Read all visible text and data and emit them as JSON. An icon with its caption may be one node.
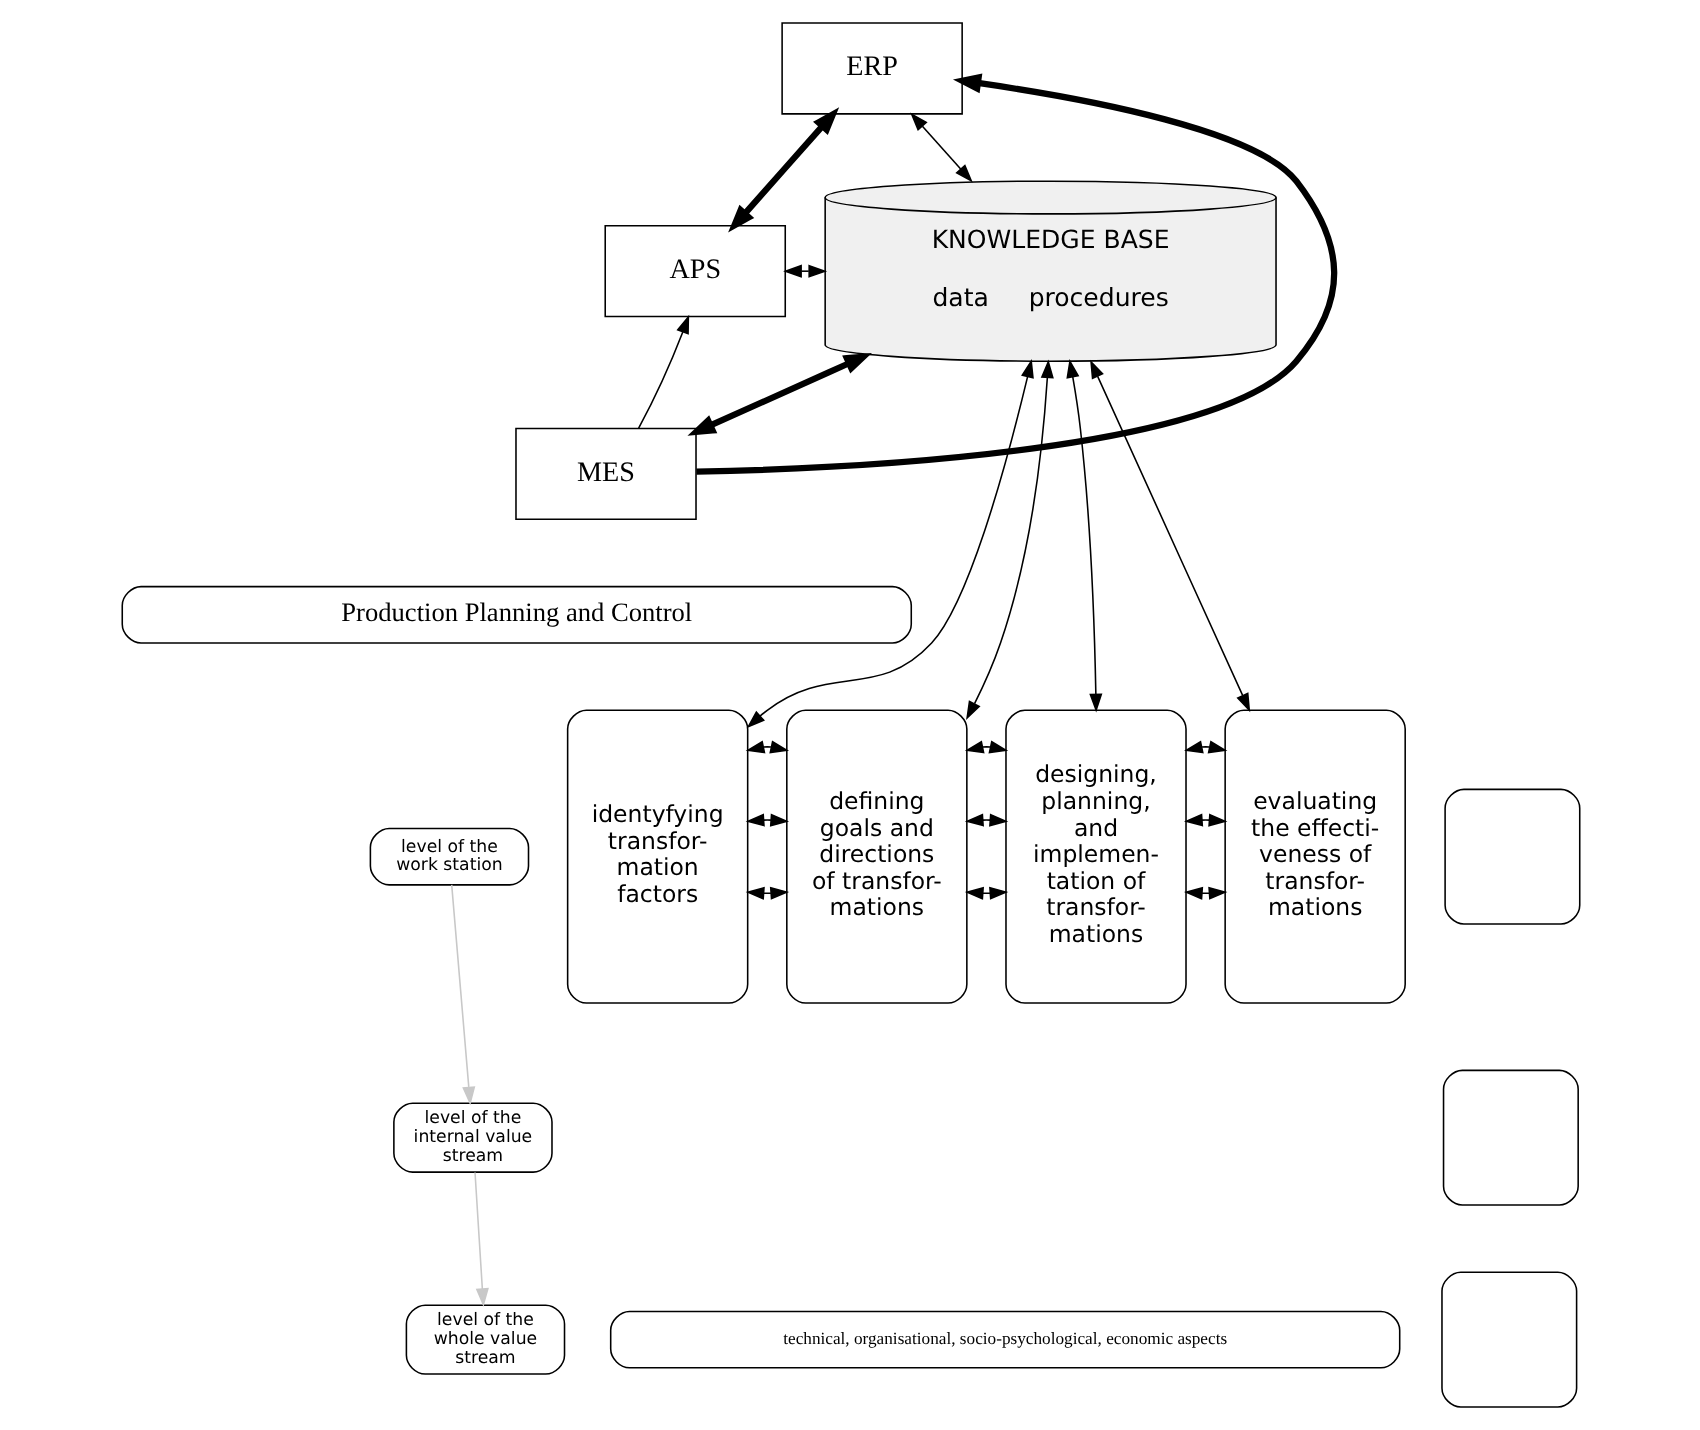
{
  "diagram": {
    "nodes": [
      {
        "text": [
          "ERP"
        ]
      },
      {
        "text": [
          "APS"
        ]
      },
      {
        "text": [
          "MES"
        ]
      },
      {
        "text": [
          "KNOWLEDGE BASE",
          "data",
          "procedures"
        ]
      },
      {
        "text": [
          "identyfying transfor- mation factors"
        ]
      },
      {
        "text": [
          "defining goals and directions of transfor- mations"
        ]
      },
      {
        "text": [
          "designing, planning, and implemen- tation of transfor- mations"
        ]
      },
      {
        "text": [
          "evaluating the effecti- veness of transfor- mations"
        ]
      },
      {
        "text": [
          "Production Planning and Control"
        ]
      },
      {
        "text": [
          "technical, organisational, socio-psychological, economic aspects"
        ]
      },
      {
        "text": [
          "level of the work station"
        ]
      },
      {
        "text": [
          "level of the internal value stream"
        ]
      },
      {
        "text": [
          "level of the whole value stream"
        ]
      },
      {
        "text": [],
        "shape": "box"
      },
      {
        "text": [],
        "shape": "box"
      },
      {
        "text": [],
        "shape": "box"
      }
    ],
    "edges": [
      {
        "from": 0,
        "to": 3,
        "arrow": "both"
      },
      {
        "from": 2,
        "to": 0,
        "arrow": "to",
        "style": "thick"
      },
      {
        "from": 0,
        "to": 1,
        "arrow": "both",
        "style": "thick"
      },
      {
        "from": 2,
        "to": 1,
        "arrow": "to"
      },
      {
        "from": 1,
        "to": 3,
        "arrow": "both"
      },
      {
        "from": 2,
        "to": 3,
        "arrow": "both",
        "style": "thick"
      },
      {
        "from": 3,
        "to": 4,
        "arrow": "both"
      },
      {
        "from": 3,
        "to": 5,
        "arrow": "both"
      },
      {
        "from": 3,
        "to": 6,
        "arrow": "both"
      },
      {
        "from": 3,
        "to": 7,
        "arrow": "both"
      },
      {
        "from": 4,
        "to": 5,
        "arrow": "both"
      },
      {
        "from": 4,
        "to": 5,
        "arrow": "both"
      },
      {
        "from": 4,
        "to": 5,
        "arrow": "both"
      },
      {
        "from": 5,
        "to": 6,
        "arrow": "both"
      },
      {
        "from": 5,
        "to": 6,
        "arrow": "both"
      },
      {
        "from": 5,
        "to": 6,
        "arrow": "both"
      },
      {
        "from": 6,
        "to": 7,
        "arrow": "both"
      },
      {
        "from": 6,
        "to": 7,
        "arrow": "both"
      },
      {
        "from": 6,
        "to": 7,
        "arrow": "both"
      },
      {
        "from": 10,
        "to": 11,
        "arrow": "to",
        "color": "#c8c8c8"
      },
      {
        "from": 11,
        "to": 12,
        "arrow": "to",
        "color": "#c8c8c8"
      }
    ]
  }
}
